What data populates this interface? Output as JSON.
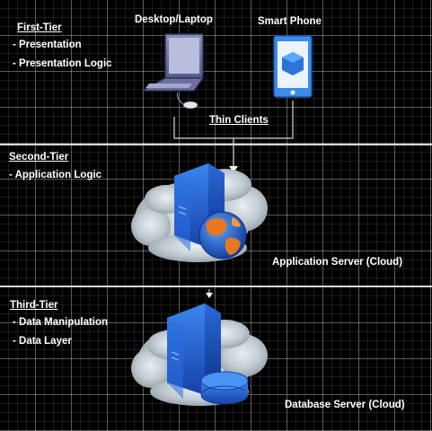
{
  "tiers": [
    {
      "heading": "First-Tier",
      "items": [
        "- Presentation",
        "- Presentation Logic"
      ]
    },
    {
      "heading": "Second-Tier",
      "items": [
        "- Application Logic"
      ]
    },
    {
      "heading": "Third-Tier",
      "items": [
        "- Data Manipulation",
        "- Data Layer"
      ]
    }
  ],
  "devices": {
    "desktop": "Desktop/Laptop",
    "phone": "Smart Phone"
  },
  "thin_clients": "Thin Clients",
  "servers": {
    "application": "Application Server (Cloud)",
    "database": "Database Server (Cloud)"
  },
  "colors": {
    "background": "#000000",
    "server_blue": "#1f5fcf",
    "cloud": "#cfd8de",
    "globe_orange": "#e87722",
    "globe_blue": "#1e63c4"
  }
}
